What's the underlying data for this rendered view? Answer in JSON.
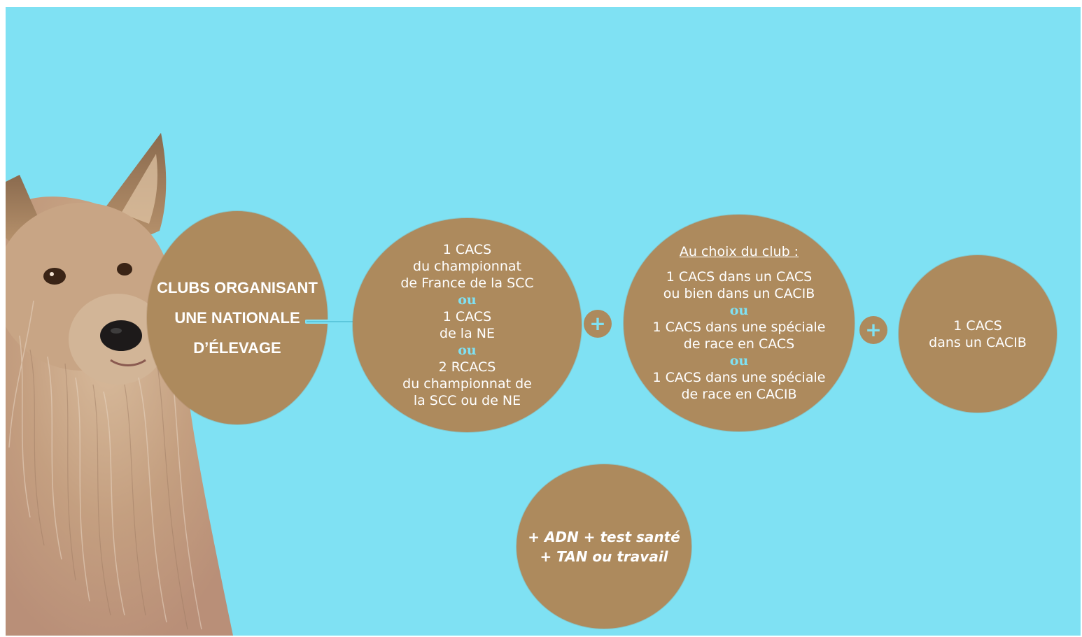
{
  "colors": {
    "background": "#7fe1f3",
    "circle": "#ad8a5d",
    "text": "#ffffff",
    "accent": "#7fe1f3",
    "dog_fur": "#c9a98a"
  },
  "icons": {
    "arrow": "arrow-right-icon",
    "plus": "plus-icon",
    "dog": "berger-picard-dog-photo"
  },
  "diagram": {
    "clubs": {
      "line1": "CLUBS ORGANISANT",
      "line2": "UNE NATIONALE",
      "line3": "D’ÉLEVAGE"
    },
    "option_group_1": {
      "a1": "1 CACS",
      "a2": "du championnat",
      "a3": "de France de la SCC",
      "or1": "ou",
      "b1": "1 CACS",
      "b2": "de la NE",
      "or2": "ou",
      "c1": "2 RCACS",
      "c2": "du championnat de",
      "c3": "la SCC ou de NE"
    },
    "plus_1": "+",
    "option_group_2": {
      "heading": "Au choix du club :",
      "a1": "1 CACS dans un CACS",
      "a2": "ou bien dans un CACIB",
      "or1": "ou",
      "b1": "1 CACS dans une spéciale",
      "b2": "de race en CACS",
      "or2": "ou",
      "c1": "1 CACS dans une spéciale",
      "c2": "de race en CACIB"
    },
    "plus_2": "+",
    "final": {
      "line1": "1 CACS",
      "line2": "dans un CACIB"
    },
    "extras": {
      "line1": "+ ADN + test santé",
      "line2": "+ TAN ou travail"
    }
  }
}
